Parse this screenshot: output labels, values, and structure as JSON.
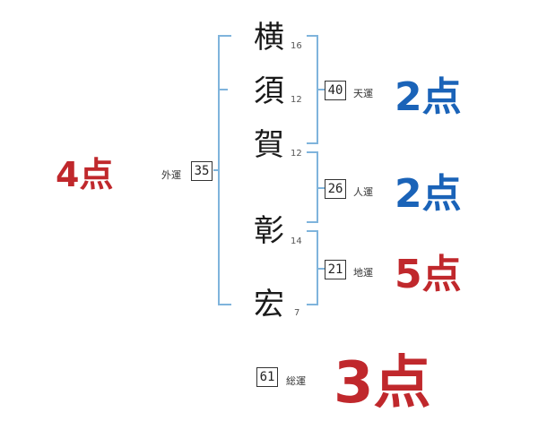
{
  "surname": [
    {
      "char": "横",
      "strokes": "16"
    },
    {
      "char": "須",
      "strokes": "12"
    },
    {
      "char": "賀",
      "strokes": "12"
    }
  ],
  "given": [
    {
      "char": "彰",
      "strokes": "14"
    },
    {
      "char": "宏",
      "strokes": "7"
    }
  ],
  "gaiun": {
    "label": "外運",
    "value": "35",
    "score_num": "4",
    "score_unit": "点",
    "color": "#c0282c"
  },
  "tenun": {
    "label": "天運",
    "value": "40",
    "score_num": "2",
    "score_unit": "点",
    "color": "#1a63b8"
  },
  "jinun": {
    "label": "人運",
    "value": "26",
    "score_num": "2",
    "score_unit": "点",
    "color": "#1a63b8"
  },
  "chiun": {
    "label": "地運",
    "value": "21",
    "score_num": "5",
    "score_unit": "点",
    "color": "#c0282c"
  },
  "souun": {
    "label": "総運",
    "value": "61",
    "score_num": "3",
    "score_unit": "点",
    "color": "#c0282c"
  },
  "bracket_color": "#7fb4dc"
}
